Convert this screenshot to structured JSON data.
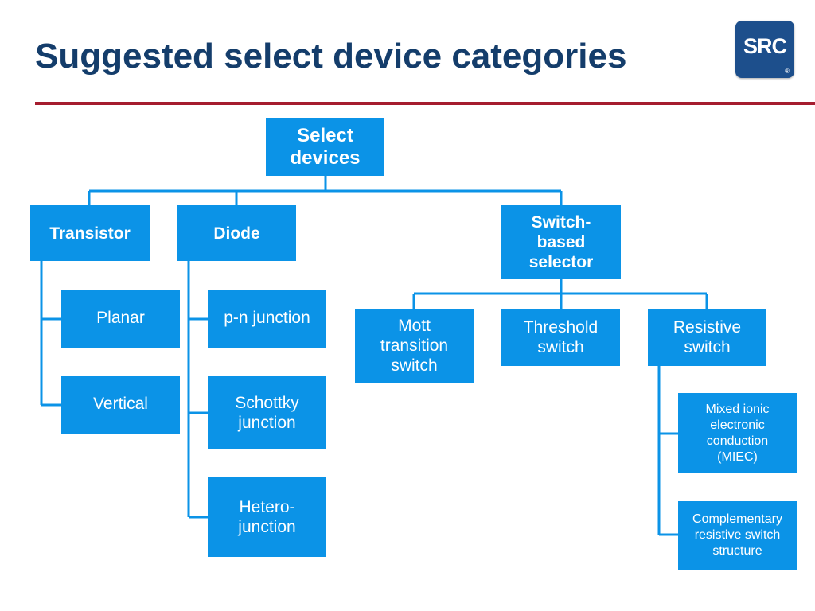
{
  "slide": {
    "title": "Suggested select device categories",
    "logo": {
      "text": "SRC",
      "mark": "®"
    }
  },
  "diagram": {
    "root": "Select\ndevices",
    "transistor": {
      "label": "Transistor",
      "children": [
        "Planar",
        "Vertical"
      ]
    },
    "diode": {
      "label": "Diode",
      "children": [
        "p-n junction",
        "Schottky\njunction",
        "Hetero-\njunction"
      ]
    },
    "switch_based": {
      "label": "Switch-\nbased\nselector",
      "children": [
        "Mott\ntransition\nswitch",
        "Threshold\nswitch",
        "Resistive\nswitch"
      ]
    },
    "resistive_switch_children": [
      "Mixed ionic\nelectronic\nconduction\n(MIEC)",
      "Complementary\nresistive switch\nstructure"
    ]
  },
  "colors": {
    "title": "#143d6b",
    "node_fill": "#0b93e7",
    "rule": "#a51d2f",
    "logo": "#1d4f8c"
  }
}
